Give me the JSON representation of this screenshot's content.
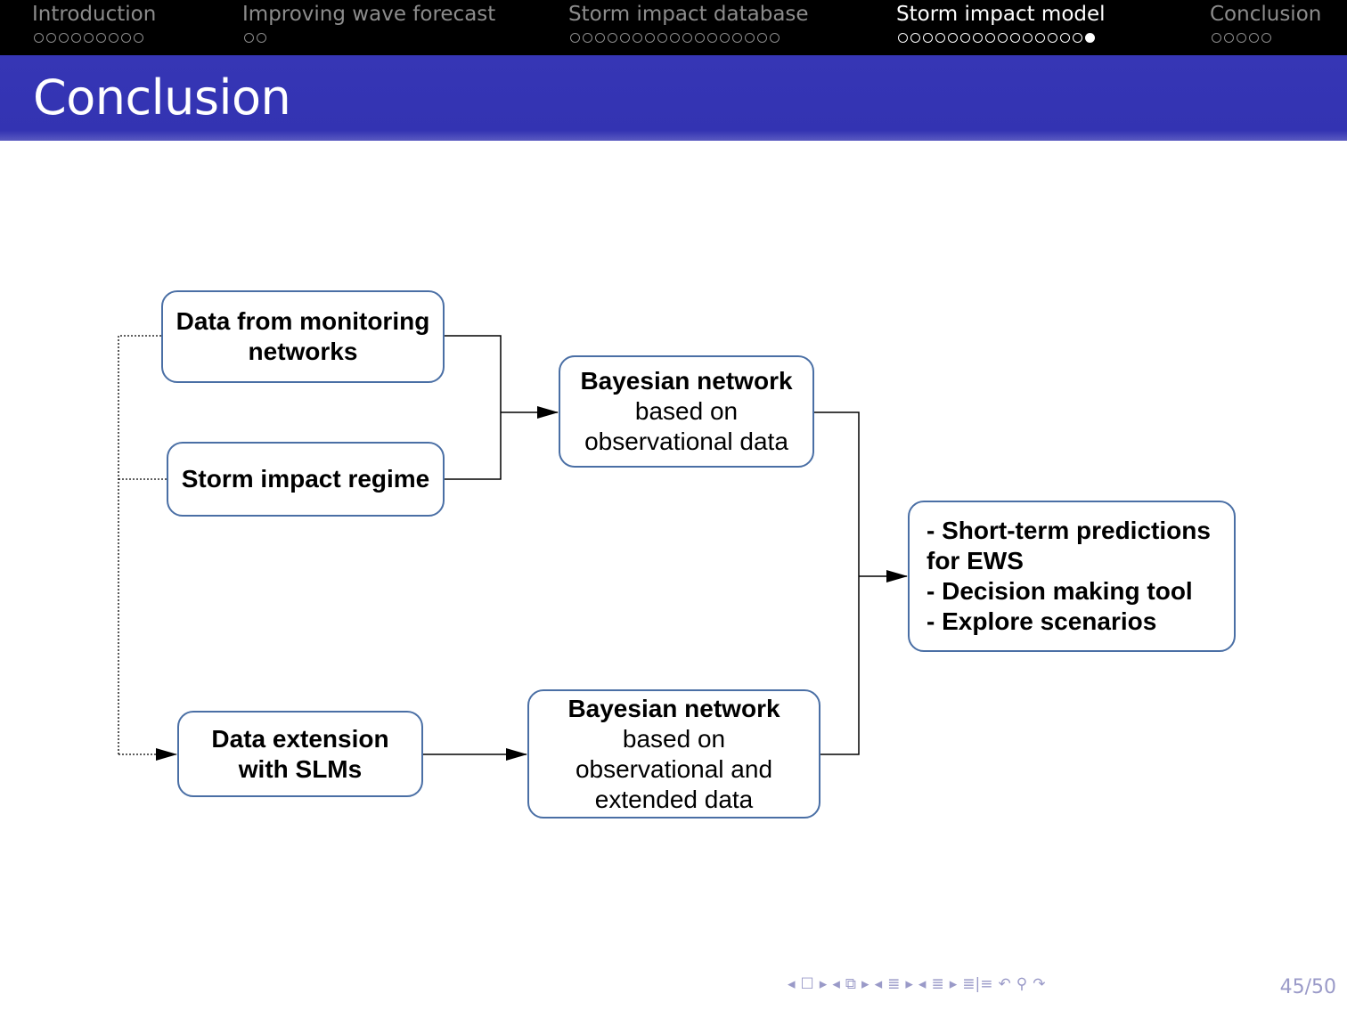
{
  "nav": {
    "sections": [
      {
        "label": "Introduction",
        "dots": 9,
        "filled": 0
      },
      {
        "label": "Improving wave forecast",
        "dots": 2,
        "filled": 0
      },
      {
        "label": "Storm impact database",
        "dots": 17,
        "filled": 0
      },
      {
        "label": "Storm impact model",
        "dots": 16,
        "filled": 1
      },
      {
        "label": "Conclusion",
        "dots": 5,
        "filled": 0
      }
    ],
    "active_section": 3
  },
  "slide": {
    "title": "Conclusion",
    "page_number": "45/50"
  },
  "diagram": {
    "monitoring": {
      "line1": "Data from monitoring",
      "line2": "networks"
    },
    "regime": {
      "line1": "Storm impact regime"
    },
    "extension": {
      "line1": "Data extension",
      "line2": "with SLMs"
    },
    "bn_obs": {
      "line1": "Bayesian network",
      "line2": "based on",
      "line3": "observational data"
    },
    "bn_ext": {
      "line1": "Bayesian network",
      "line2": "based on",
      "line3": "observational and",
      "line4": "extended data"
    },
    "outcomes": {
      "line1": "- Short-term predictions",
      "line2": "for EWS",
      "line3": "- Decision making tool",
      "line4": "- Explore scenarios"
    }
  },
  "footer": {
    "icons": [
      "nav-prev-frame",
      "nav-frame",
      "nav-next-frame",
      "nav-prev-subsection",
      "nav-subsection",
      "nav-next-subsection",
      "nav-prev-section",
      "nav-section",
      "nav-next-section",
      "nav-document",
      "nav-back",
      "nav-search",
      "nav-forward"
    ]
  },
  "colors": {
    "topbar": "#000000",
    "titlebar": "#3333b2",
    "box_border": "#4a6fa5",
    "nav_inactive": "#8c8c8c",
    "nav_active": "#ffffff",
    "footer": "#9a9ac8"
  }
}
